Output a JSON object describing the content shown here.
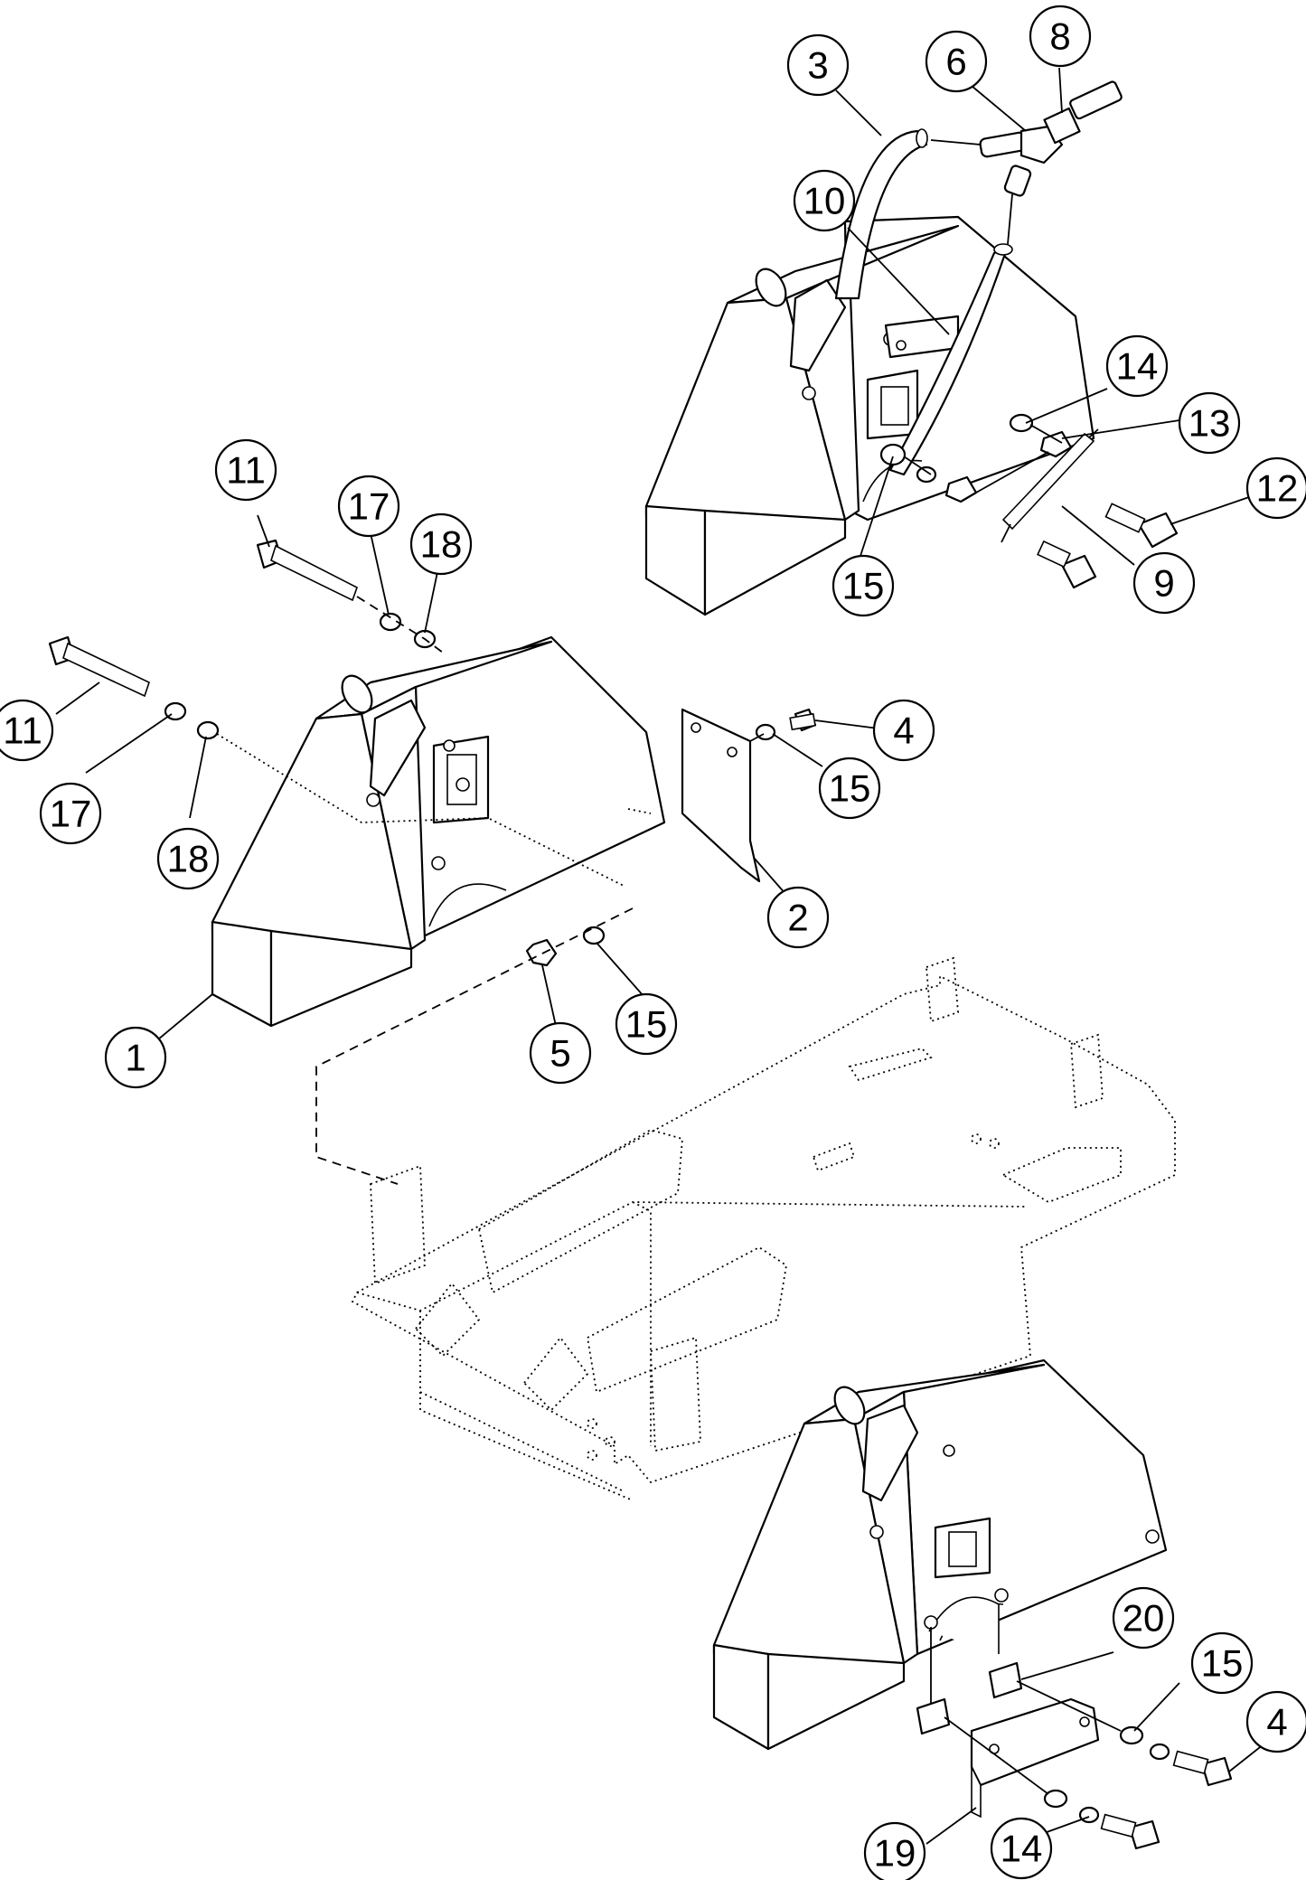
{
  "callouts": [
    {
      "id": "c3",
      "label": "3"
    },
    {
      "id": "c6",
      "label": "6"
    },
    {
      "id": "c8",
      "label": "8"
    },
    {
      "id": "c10",
      "label": "10"
    },
    {
      "id": "c14a",
      "label": "14"
    },
    {
      "id": "c13",
      "label": "13"
    },
    {
      "id": "c12",
      "label": "12"
    },
    {
      "id": "c9",
      "label": "9"
    },
    {
      "id": "c15a",
      "label": "15"
    },
    {
      "id": "c11a",
      "label": "11"
    },
    {
      "id": "c17a",
      "label": "17"
    },
    {
      "id": "c18a",
      "label": "18"
    },
    {
      "id": "c11b",
      "label": "11"
    },
    {
      "id": "c17b",
      "label": "17"
    },
    {
      "id": "c18b",
      "label": "18"
    },
    {
      "id": "c4a",
      "label": "4"
    },
    {
      "id": "c15b",
      "label": "15"
    },
    {
      "id": "c2",
      "label": "2"
    },
    {
      "id": "c1",
      "label": "1"
    },
    {
      "id": "c5",
      "label": "5"
    },
    {
      "id": "c15c",
      "label": "15"
    },
    {
      "id": "c20",
      "label": "20"
    },
    {
      "id": "c15d",
      "label": "15"
    },
    {
      "id": "c4b",
      "label": "4"
    },
    {
      "id": "c19",
      "label": "19"
    },
    {
      "id": "c14b",
      "label": "14"
    }
  ]
}
